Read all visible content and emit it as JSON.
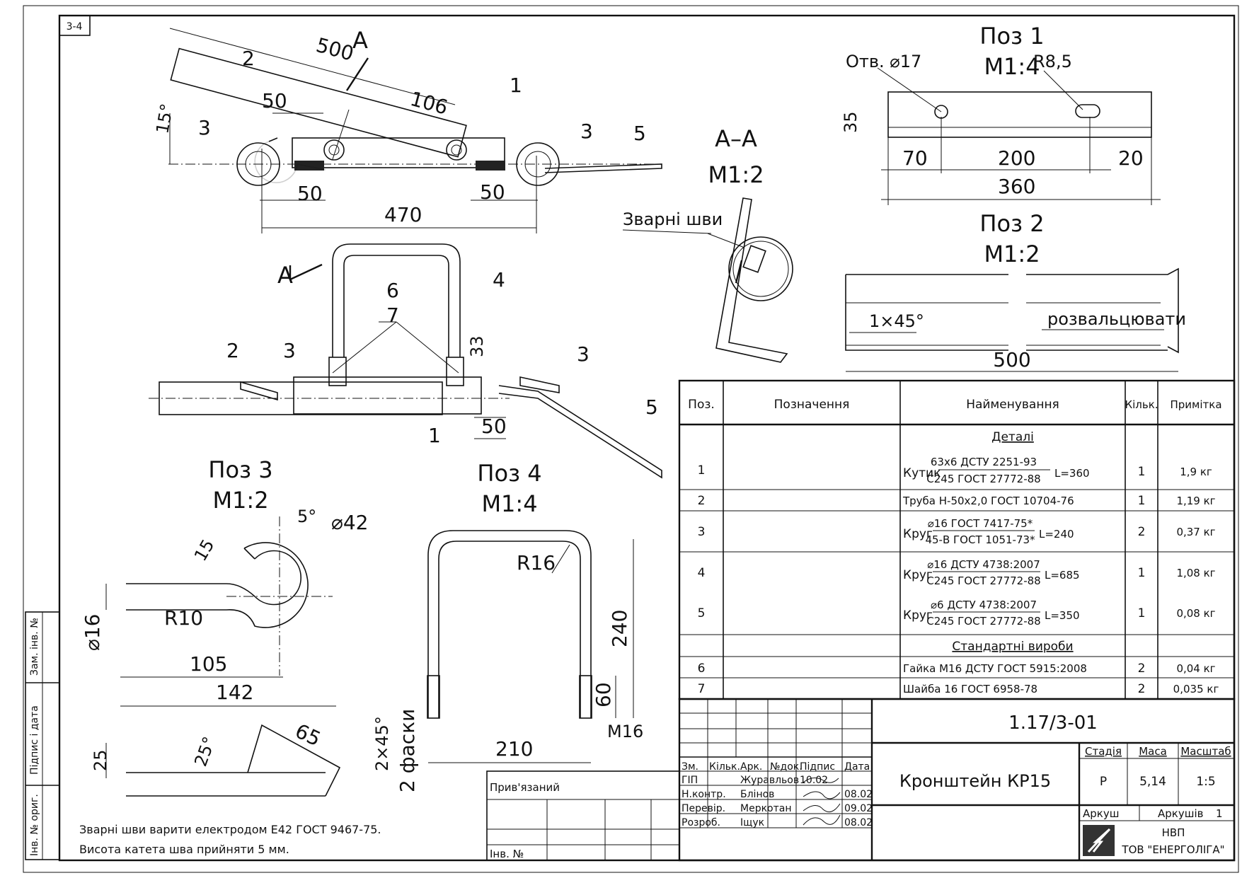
{
  "sheet_tag": "3-4",
  "views": {
    "top_view": {
      "dims": {
        "d500": "500",
        "d106": "106",
        "d50a": "50",
        "d50b": "50",
        "d50c": "50",
        "d470": "470",
        "d15": "15°"
      },
      "labels": {
        "p1": "1",
        "p2": "2",
        "p3a": "3",
        "p3b": "3",
        "p5": "5"
      },
      "section_mark": "A"
    },
    "front_view": {
      "dims": {
        "d33": "33",
        "d50": "50"
      },
      "labels": {
        "p1": "1",
        "p2": "2",
        "p3a": "3",
        "p3b": "3",
        "p4": "4",
        "p5": "5",
        "p6": "6",
        "p7": "7"
      },
      "section_mark": "A"
    },
    "section_aa": {
      "title": "А–А",
      "scale": "M1:2",
      "weld_label": "Зварні шви"
    },
    "poz1": {
      "title": "Поз 1",
      "scale": "M1:4",
      "hole_label": "Отв. ⌀17",
      "slot_label": "R8,5",
      "dims": {
        "d35": "35",
        "d70": "70",
        "d200": "200",
        "d20": "20",
        "d360": "360"
      }
    },
    "poz2": {
      "title": "Поз 2",
      "scale": "M1:2",
      "chamfer": "1×45°",
      "flare_note": "розвальцювати",
      "dims": {
        "d500": "500"
      }
    },
    "poz3": {
      "title": "Поз 3",
      "scale": "M1:2",
      "dims": {
        "d5": "5°",
        "d42": "⌀42",
        "d15": "15",
        "d16": "⌀16",
        "r10": "R10",
        "d105": "105",
        "d142": "142",
        "d25": "25",
        "d25deg": "25°",
        "d65": "65"
      }
    },
    "poz4": {
      "title": "Поз 4",
      "scale": "M1:4",
      "dims": {
        "r16": "R16",
        "d240": "240",
        "d60": "60",
        "m16": "M16",
        "d210": "210",
        "chamfer": "2×45°",
        "chamfer2": "2 фаски"
      }
    }
  },
  "notes": [
    "Зварні шви варити електродом Е42 ГОСТ 9467-75.",
    "Висота катета шва прийняти 5 мм."
  ],
  "side_stamp": [
    "Зам. інв. №",
    "Підпис і дата",
    "Інв. № ориг."
  ],
  "spec_table": {
    "headers": [
      "Поз.",
      "Позначення",
      "Найменування",
      "Кільк.",
      "Примітка"
    ],
    "section_details": "Деталі",
    "section_standard": "Стандартні вироби",
    "rows": [
      {
        "pos": "1",
        "prefix": "Кутик",
        "top": "63x6 ДСТУ 2251-93",
        "bottom": "С245 ГОСТ 27772-88",
        "len": "L=360",
        "qty": "1",
        "note": "1,9 кг"
      },
      {
        "pos": "2",
        "line": "Труба Н-50x2,0 ГОСТ 10704-76",
        "qty": "1",
        "note": "1,19 кг"
      },
      {
        "pos": "3",
        "prefix": "Круг",
        "top": "⌀16 ГОСТ 7417-75*",
        "bottom": "45-В ГОСТ 1051-73*",
        "len": "L=240",
        "qty": "2",
        "note": "0,37 кг"
      },
      {
        "pos": "4",
        "prefix": "Круг",
        "top": "⌀16 ДСТУ 4738:2007",
        "bottom": "С245 ГОСТ 27772-88",
        "len": "L=685",
        "qty": "1",
        "note": "1,08 кг"
      },
      {
        "pos": "5",
        "prefix": "Круг",
        "top": "⌀6 ДСТУ 4738:2007",
        "bottom": "С245 ГОСТ 27772-88",
        "len": "L=350",
        "qty": "1",
        "note": "0,08 кг"
      },
      {
        "pos": "6",
        "line": "Гайка М16 ДСТУ ГОСТ 5915:2008",
        "qty": "2",
        "note": "0,04 кг"
      },
      {
        "pos": "7",
        "line": "Шайба 16 ГОСТ 6958-78",
        "qty": "2",
        "note": "0,035 кг"
      }
    ]
  },
  "title_block": {
    "doc_code": "1.17/3-01",
    "name": "Кронштейн КР15",
    "col_headers": [
      "Зм.",
      "Кільк.",
      "Арк.",
      "№док.",
      "Підпис",
      "Дата"
    ],
    "signers": [
      {
        "role": "ГІП",
        "person": "Журавльов",
        "date": "10.02"
      },
      {
        "role": "Н.контр.",
        "person": "Блінов",
        "date": "08.02"
      },
      {
        "role": "Перевір.",
        "person": "Меркотан",
        "date": "09.02"
      },
      {
        "role": "Розроб.",
        "person": "Іщук",
        "date": "08.02"
      }
    ],
    "stage_label": "Стадія",
    "stage": "Р",
    "mass_label": "Маса",
    "mass": "5,14",
    "scale_label": "Масштаб",
    "scale": "1:5",
    "sheet_label": "Аркуш",
    "sheets_label": "Аркушів",
    "sheets": "1",
    "company_line1": "НВП",
    "company_line2": "ТОВ \"ЕНЕРГОЛІГА\"",
    "attached_label": "Прив'язаний",
    "inv_label": "Інв. №"
  }
}
